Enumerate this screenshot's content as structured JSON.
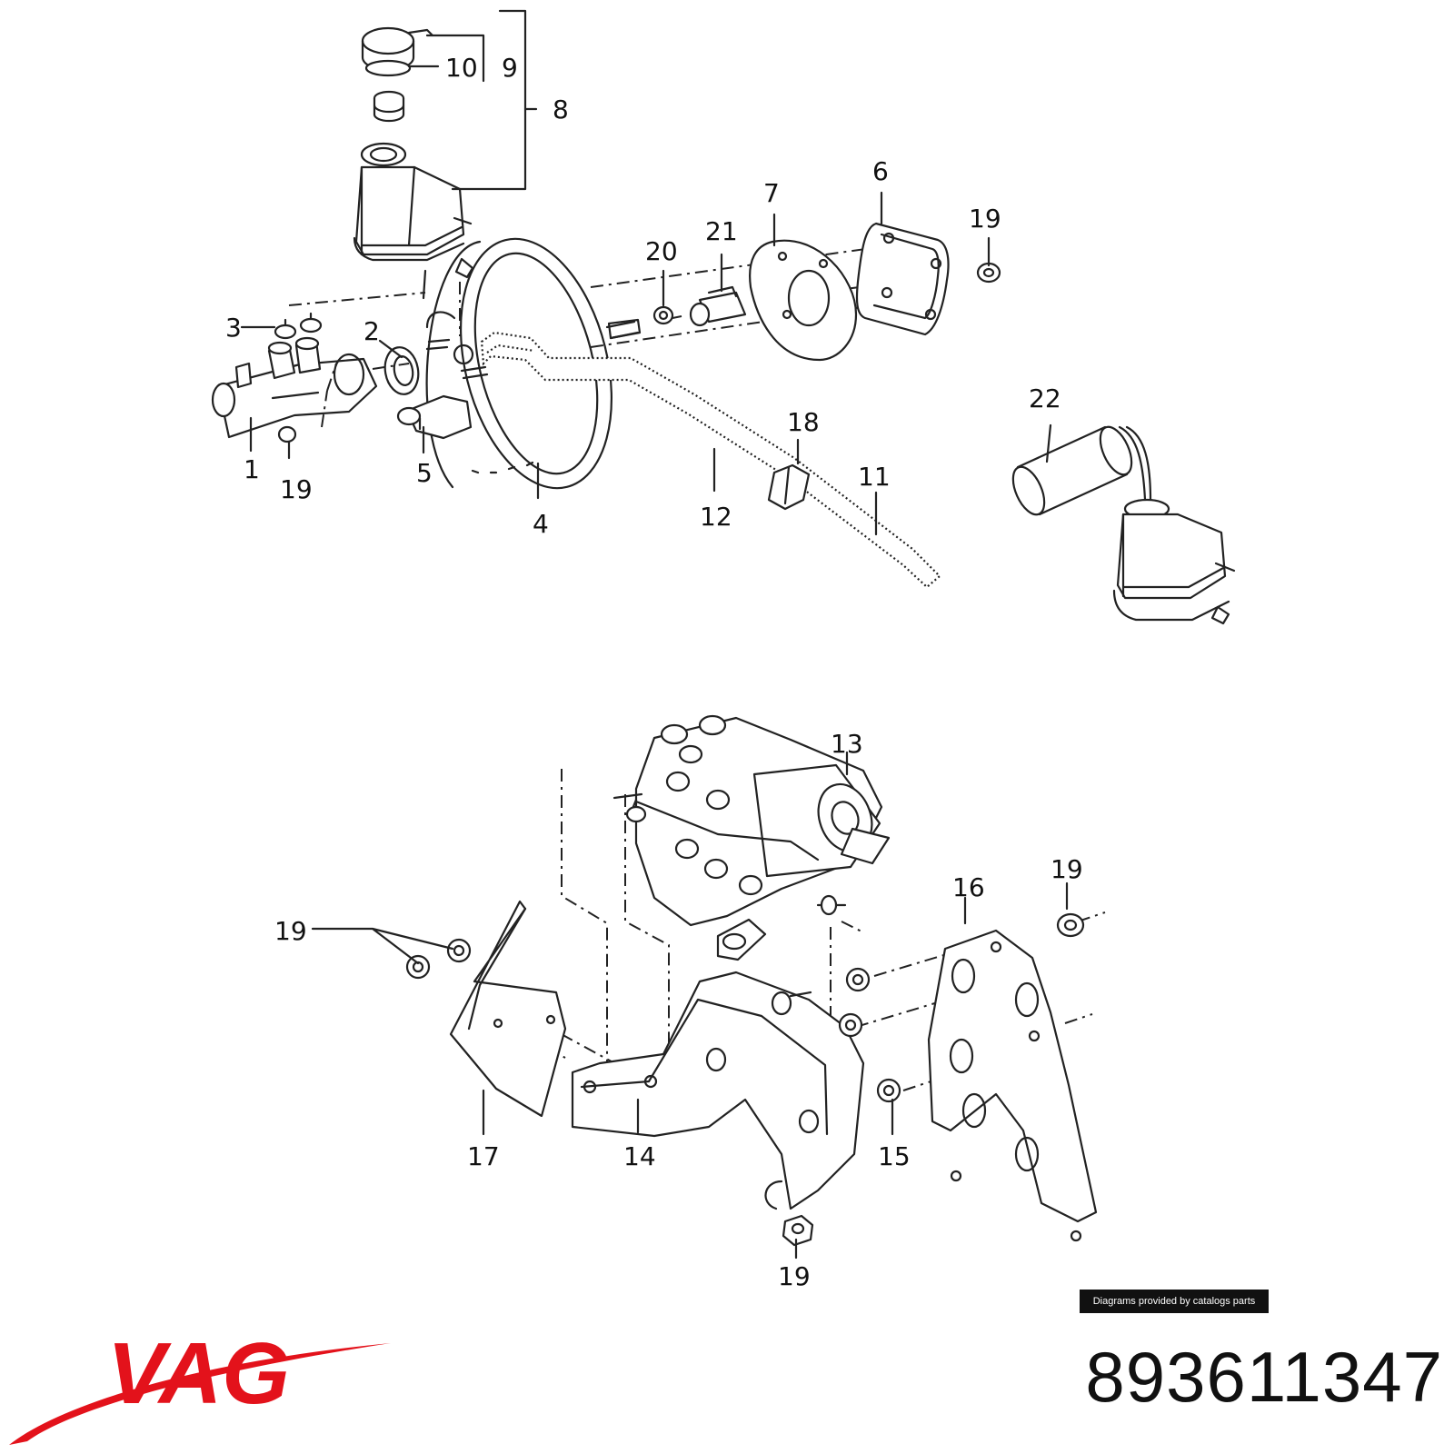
{
  "diagram": {
    "callouts": [
      "1",
      "2",
      "3",
      "4",
      "5",
      "6",
      "7",
      "8",
      "9",
      "10",
      "11",
      "12",
      "13",
      "14",
      "15",
      "16",
      "17",
      "18",
      "19",
      "19",
      "19",
      "19",
      "19",
      "20",
      "21",
      "22"
    ]
  },
  "credit": "Diagrams provided by catalogs parts",
  "brand": {
    "name": "VAG",
    "color": "#e3121b"
  },
  "part_number": "893611347"
}
